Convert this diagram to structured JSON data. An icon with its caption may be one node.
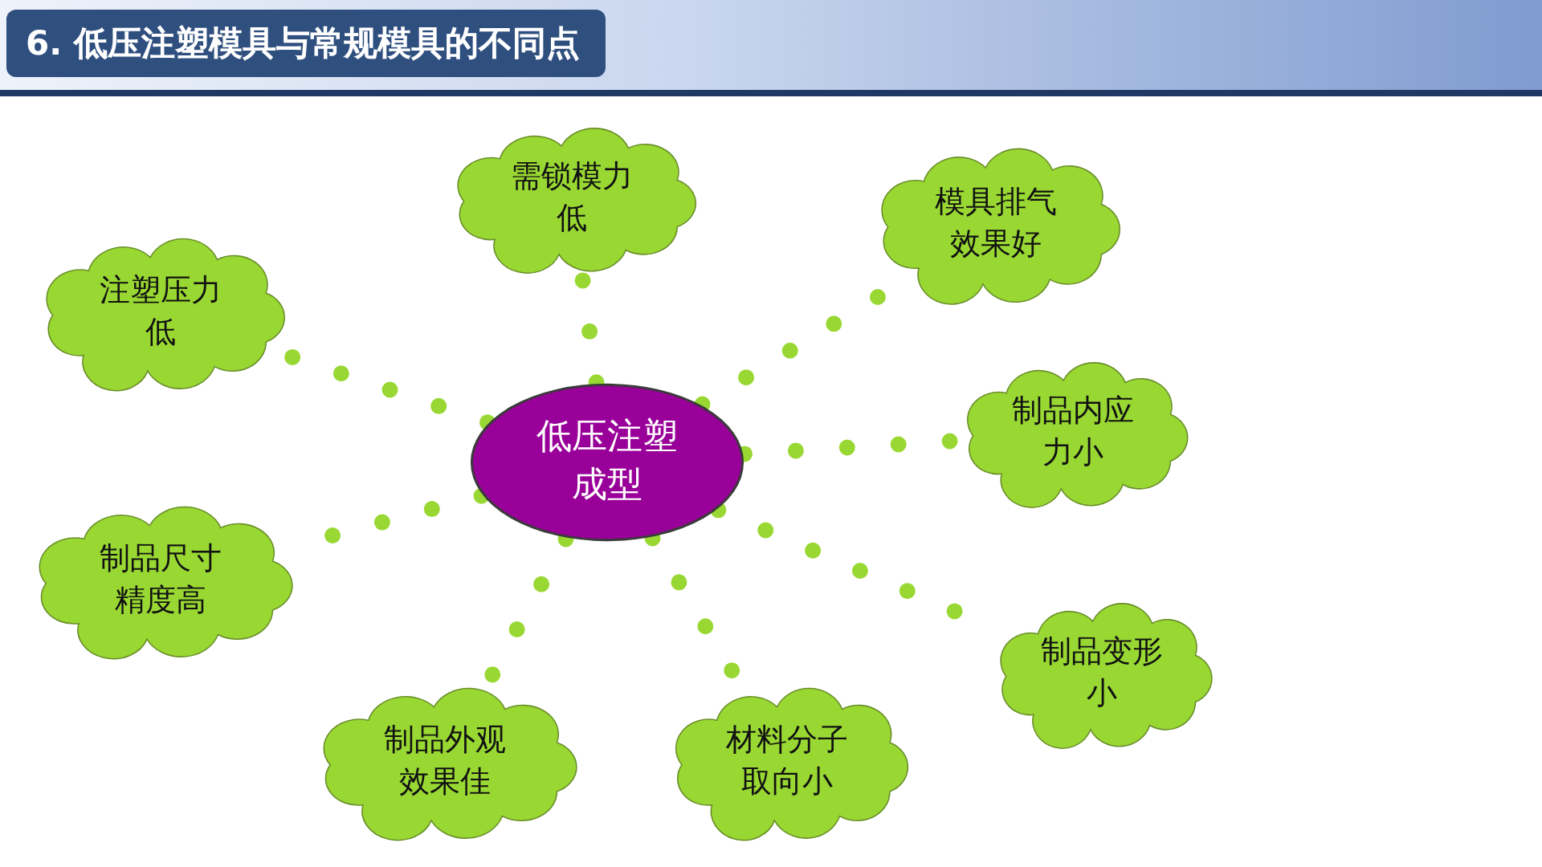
{
  "diagram": {
    "title": "6. 低压注塑模具与常规模具的不同点",
    "nodes": [
      {
        "text": [
          "需锁模力低"
        ]
      },
      {
        "text": [
          "模具排气效果好"
        ]
      },
      {
        "text": [
          "注塑压力低"
        ]
      },
      {
        "text": [
          "低压注塑成型"
        ]
      },
      {
        "text": [
          "制品内应力小"
        ]
      },
      {
        "text": [
          "制品尺寸精度高"
        ]
      },
      {
        "text": [
          "制品变形小"
        ]
      },
      {
        "text": [
          "制品外观效果佳"
        ]
      },
      {
        "text": [
          "材料分子取向小"
        ]
      }
    ],
    "edges": [
      {
        "from": 3,
        "to": 0,
        "arrow": "none"
      },
      {
        "from": 3,
        "to": 1,
        "arrow": "none"
      },
      {
        "from": 3,
        "to": 2,
        "arrow": "none"
      },
      {
        "from": 3,
        "to": 4,
        "arrow": "none"
      },
      {
        "from": 3,
        "to": 5,
        "arrow": "none"
      },
      {
        "from": 3,
        "to": 6,
        "arrow": "none"
      },
      {
        "from": 3,
        "to": 7,
        "arrow": "none"
      },
      {
        "from": 3,
        "to": 8,
        "arrow": "none"
      }
    ]
  }
}
